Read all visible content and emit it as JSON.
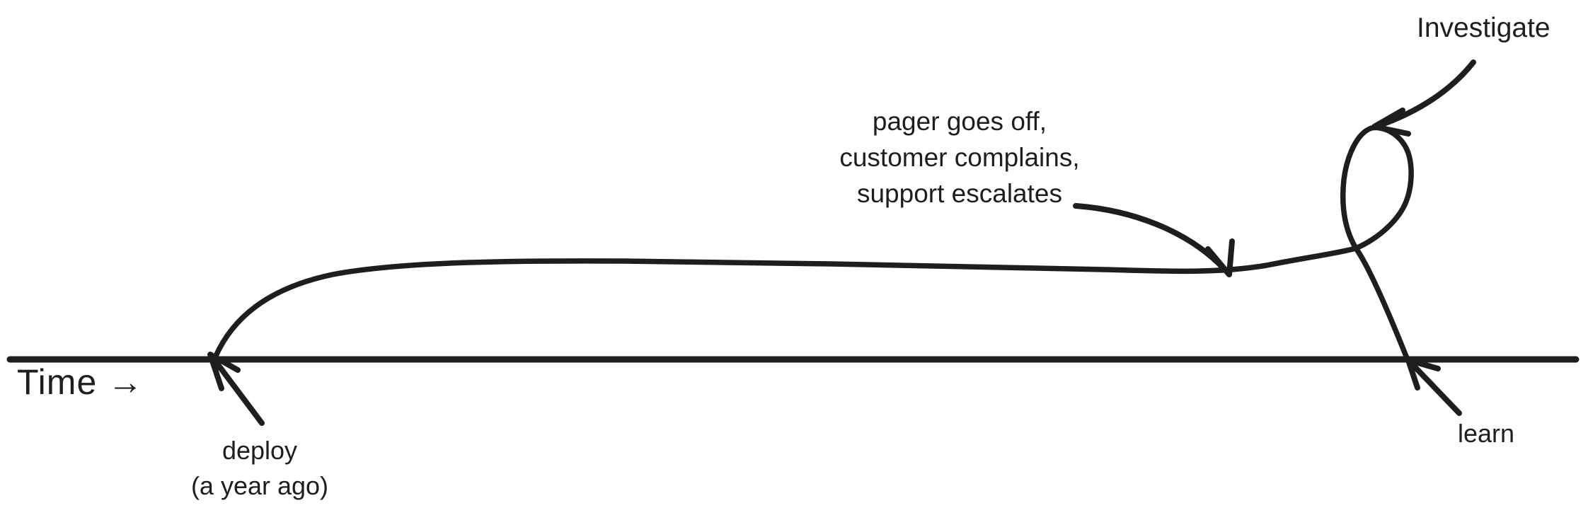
{
  "canvas": {
    "background": "#ffffff",
    "ink": "#1e1e1e"
  },
  "axis": {
    "label": "Time →"
  },
  "annotations": {
    "deploy": {
      "line1": "deploy",
      "line2": "(a year ago)"
    },
    "incident": {
      "line1": "pager goes off,",
      "line2": "customer complains,",
      "line3": "support escalates"
    },
    "investigate": {
      "label": "Investigate"
    },
    "learn": {
      "label": "learn"
    }
  }
}
